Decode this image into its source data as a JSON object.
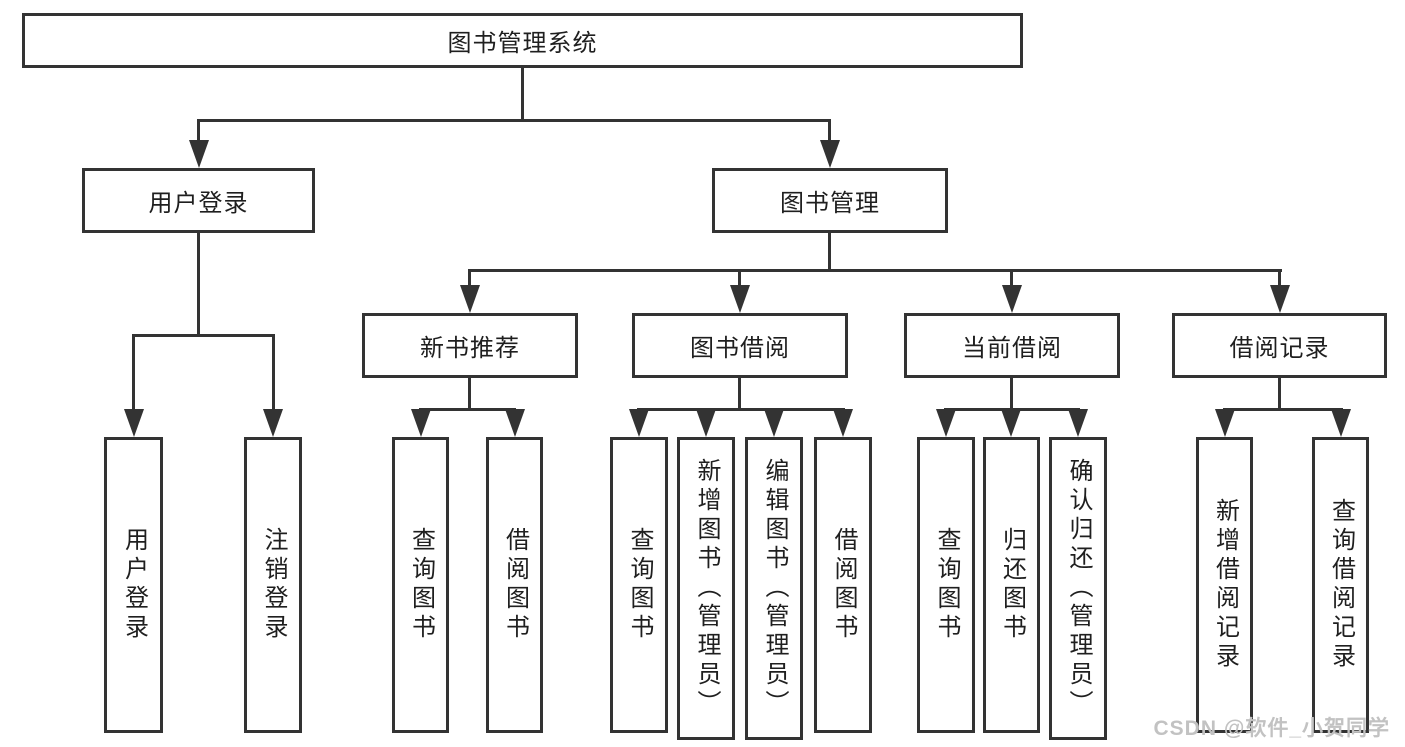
{
  "diagram": {
    "root": {
      "label": "图书管理系统"
    },
    "level2": [
      {
        "label": "用户登录",
        "children": [
          "用户登录",
          "注销登录"
        ]
      },
      {
        "label": "图书管理"
      }
    ],
    "level3": [
      {
        "label": "新书推荐",
        "children": [
          "查询图书",
          "借阅图书"
        ]
      },
      {
        "label": "图书借阅",
        "children": [
          "查询图书",
          "新增图书（管理员）",
          "编辑图书（管理员）",
          "借阅图书"
        ]
      },
      {
        "label": "当前借阅",
        "children": [
          "查询图书",
          "归还图书",
          "确认归还（管理员）"
        ]
      },
      {
        "label": "借阅记录",
        "children": [
          "新增借阅记录",
          "查询借阅记录"
        ]
      }
    ]
  },
  "watermark": {
    "text": "CSDN @软件_小贺同学"
  },
  "colors": {
    "line": "#333333",
    "text": "#1f1f1f",
    "background": "#ffffff",
    "watermark": "#c2c2c2"
  }
}
